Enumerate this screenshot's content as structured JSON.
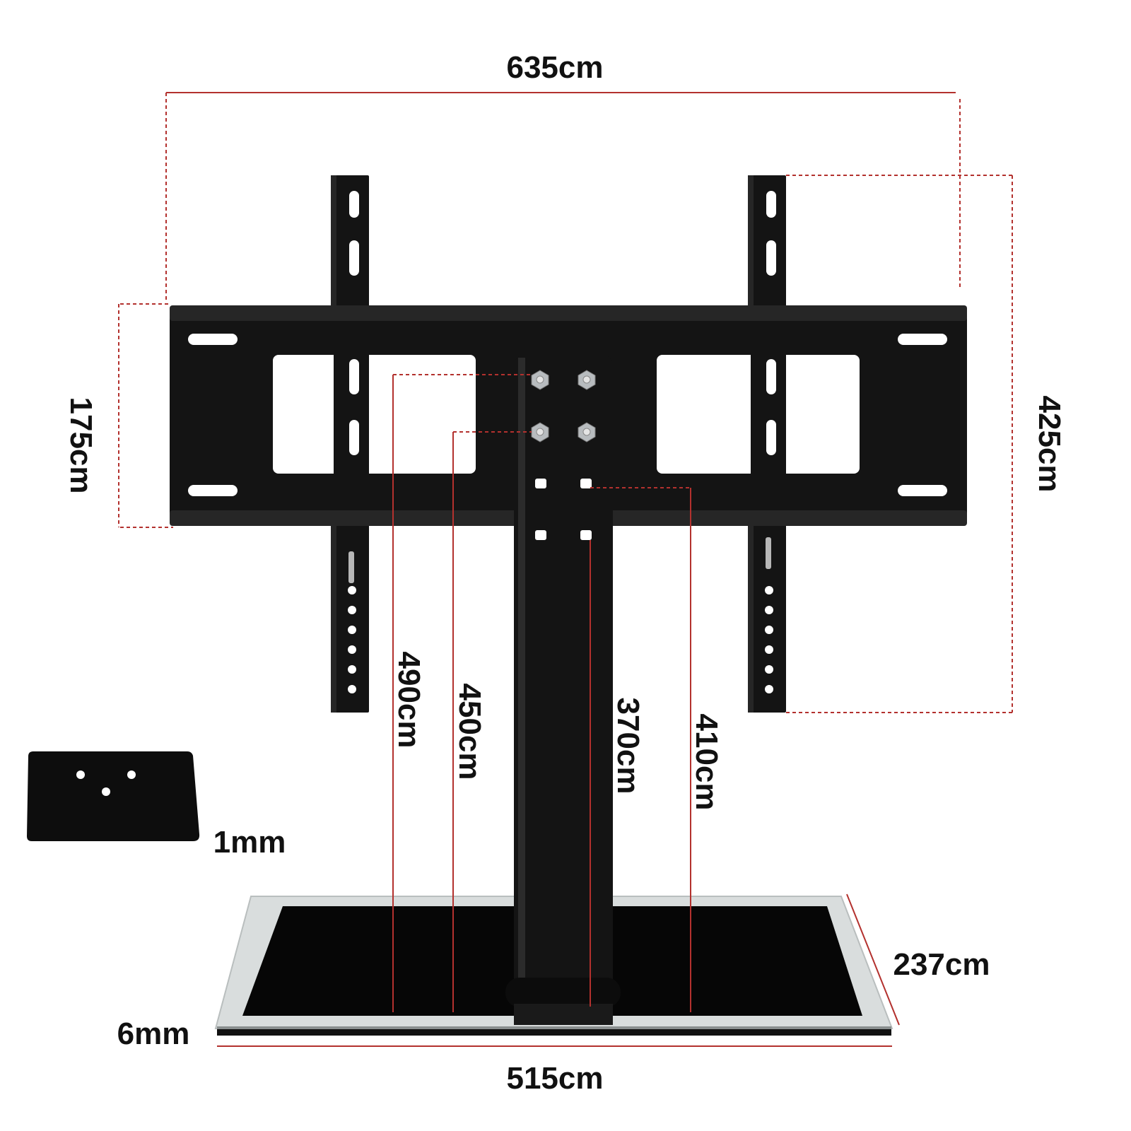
{
  "dimensions": {
    "top_width": "635cm",
    "plate_height": "175cm",
    "bracket_height": "425cm",
    "column_490": "490cm",
    "column_450": "450cm",
    "column_370": "370cm",
    "column_410": "410cm",
    "base_width": "515cm",
    "base_depth": "237cm",
    "glass_thickness": "6mm",
    "plate_thickness": "1mm"
  },
  "colors": {
    "steel": "#141414",
    "dimension_line": "#b3312e",
    "glass_edge": "#cfd3d3",
    "background": "#ffffff"
  },
  "icons": {
    "bolt": "hex-bolt-icon"
  }
}
